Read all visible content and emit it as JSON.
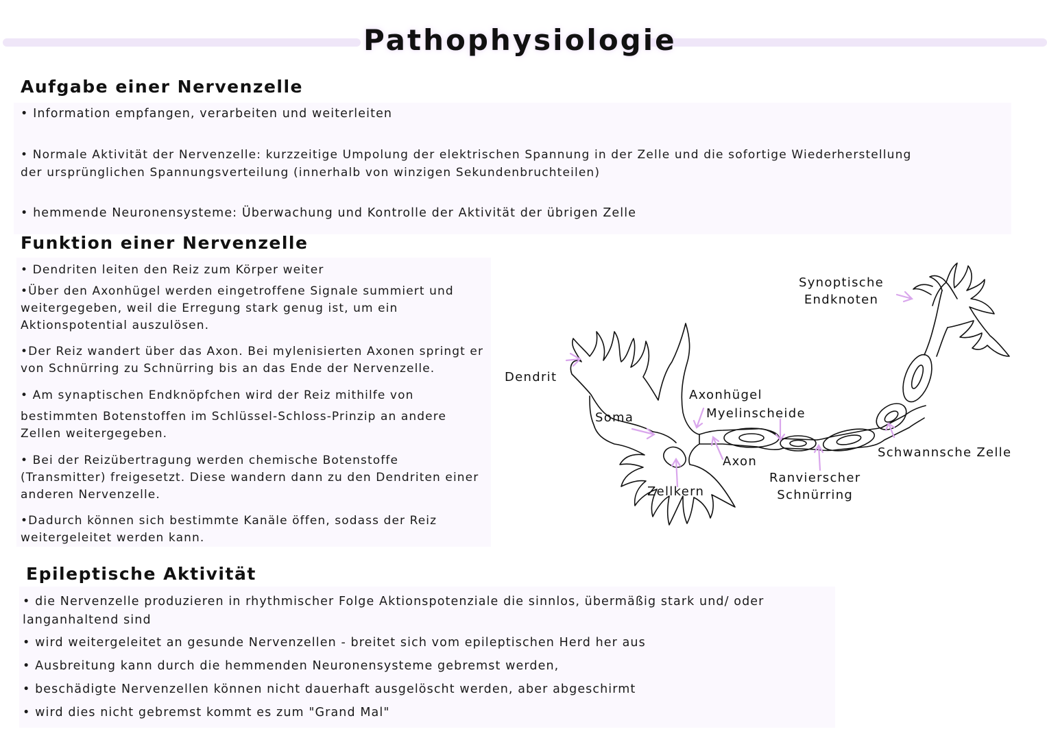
{
  "title": "Pathophysiologie",
  "colors": {
    "accent_light": "#efe6f8",
    "panel": "#fbf8fe",
    "arrow": "#d9a6ec"
  },
  "section1": {
    "heading": "Aufgabe einer Nervenzelle",
    "bullets": [
      "• Information empfangen, verarbeiten und weiterleiten",
      "• Normale Aktivität der Nervenzelle: kurzzeitige Umpolung der elektrischen Spannung in der Zelle und die sofortige Wiederherstellung",
      "der ursprünglichen Spannungsverteilung (innerhalb von winzigen Sekundenbruchteilen)",
      "• hemmende Neuronensysteme: Überwachung und Kontrolle der Aktivität der übrigen Zelle"
    ]
  },
  "section2": {
    "heading": "Funktion einer Nervenzelle",
    "bullets": [
      "• Dendriten leiten den Reiz zum Körper weiter",
      "•Über den Axonhügel werden eingetroffene Signale summiert und weitergegeben, weil die Erregung stark genug ist, um ein Aktionspotential auszulösen.",
      "•Der Reiz wandert über das Axon. Bei mylenisierten Axonen springt er von Schnürring zu Schnürring bis an das Ende der Nervenzelle.",
      "• Am synaptischen Endknöpfchen wird der Reiz mithilfe von",
      "bestimmten Botenstoffen im Schlüssel-Schloss-Prinzip an andere Zellen weitergegeben.",
      "• Bei der Reizübertragung werden chemische Botenstoffe (Transmitter) freigesetzt. Diese wandern dann zu den Dendriten einer anderen Nervenzelle.",
      "•Dadurch können sich bestimmte Kanäle öffen, sodass der Reiz weitergeleitet werden kann."
    ]
  },
  "diagram": {
    "labels": {
      "synaptische": "Synoptische\nEndknoten",
      "dendrit": "Dendrit",
      "axonhuegel": "Axonhügel",
      "myelinscheide": "Myelinscheide",
      "soma": "Soma",
      "axon": "Axon",
      "schwann": "Schwannsche Zelle",
      "ranvier": "Ranvierscher\nSchnürring",
      "zellkern": "Zellkern"
    }
  },
  "section3": {
    "heading": "Epileptische Aktivität",
    "bullets": [
      "• die Nervenzelle produzieren in rhythmischer Folge Aktionspotenziale die sinnlos, übermäßig stark und/ oder langanhaltend sind",
      "• wird weitergeleitet an gesunde Nervenzellen - breitet sich vom epileptischen Herd her aus",
      "• Ausbreitung kann durch die hemmenden Neuronensysteme gebremst werden,",
      "• beschädigte Nervenzellen können nicht dauerhaft ausgelöscht werden, aber abgeschirmt",
      "• wird dies nicht gebremst kommt es zum \"Grand Mal\""
    ]
  }
}
